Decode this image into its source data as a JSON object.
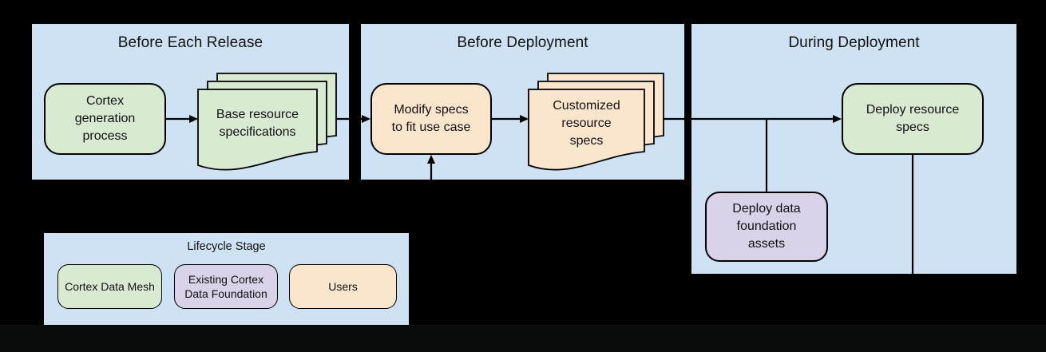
{
  "colors": {
    "panel_bg": "#cfe2f3",
    "green": "#d9ead3",
    "peach": "#fce5cd",
    "purple": "#d9d2e9",
    "line": "#000000",
    "page_bg": "#000000",
    "footer_bg": "#0a0c0c"
  },
  "panels": [
    {
      "title": "Before Each Release"
    },
    {
      "title": "Before Deployment"
    },
    {
      "title": "During Deployment"
    }
  ],
  "nodes": {
    "cortex_generation": {
      "label": "Cortex\ngeneration\nprocess"
    },
    "base_specs": {
      "label": "Base resource\nspecifications"
    },
    "modify_specs": {
      "label": "Modify specs\nto fit use case"
    },
    "customized_specs": {
      "label": "Customized\nresource\nspecs"
    },
    "deploy_resource_specs": {
      "label": "Deploy resource\nspecs"
    },
    "deploy_data_foundation": {
      "label": "Deploy data\nfoundation\nassets"
    }
  },
  "legend": {
    "title": "Lifecycle Stage",
    "items": [
      {
        "label": "Cortex Data Mesh",
        "color": "#d9ead3"
      },
      {
        "label": "Existing Cortex\nData Foundation",
        "color": "#d9d2e9"
      },
      {
        "label": "Users",
        "color": "#fce5cd"
      }
    ]
  }
}
